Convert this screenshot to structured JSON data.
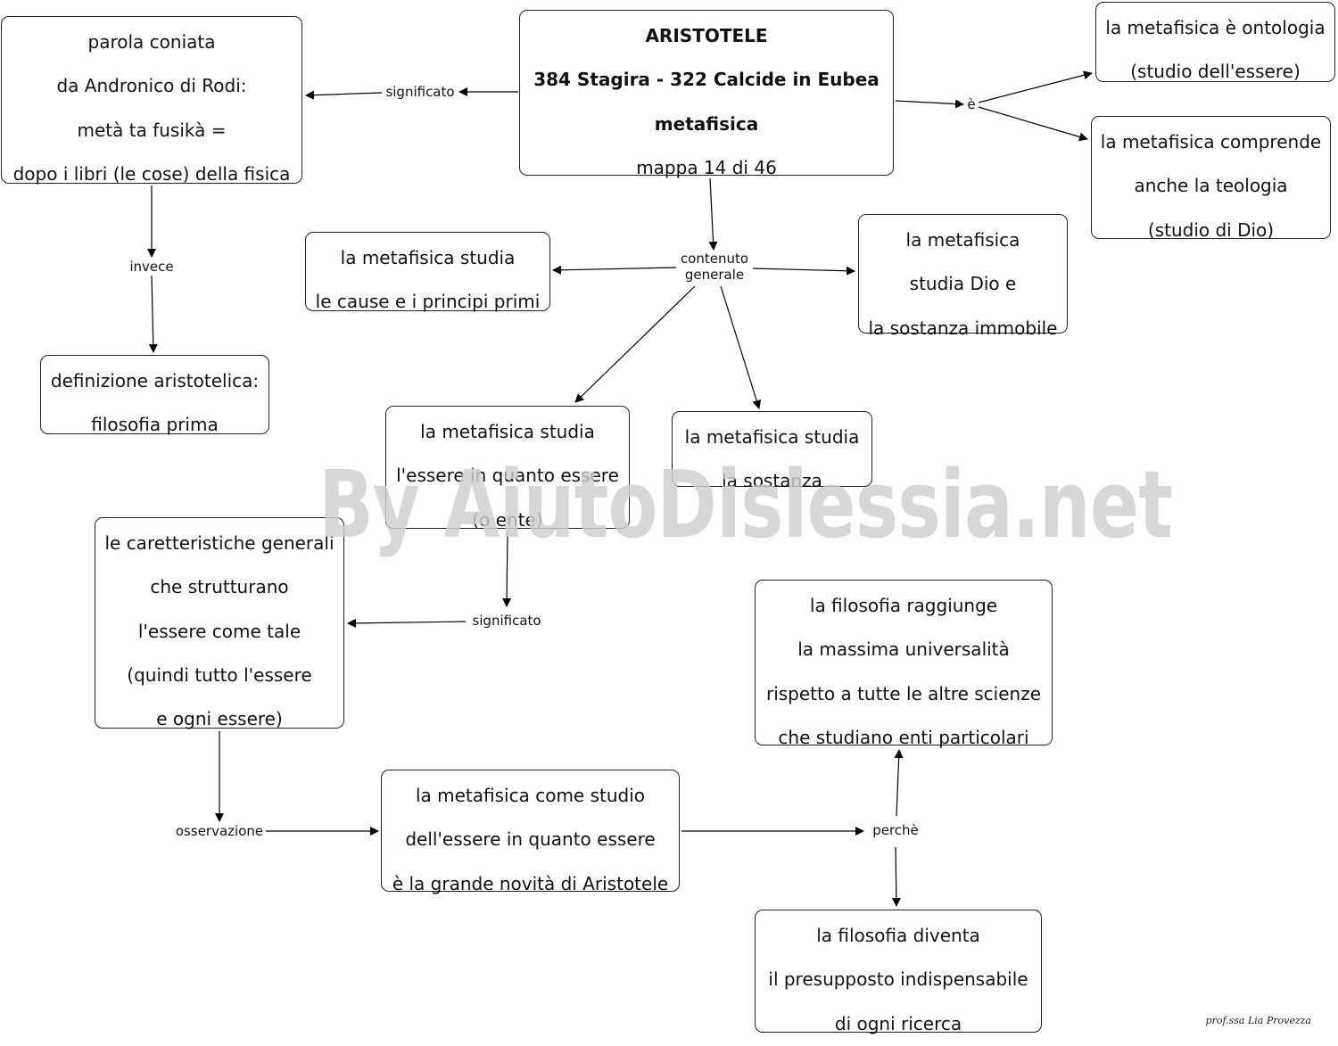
{
  "nodes": {
    "main": {
      "lines": [
        "ARISTOTELE",
        "384 Stagira - 322 Calcide in Eubea",
        "metafisica",
        "mappa 14 di 46"
      ]
    },
    "origine": {
      "lines": [
        "parola coniata",
        "da Andronico di Rodi:",
        "metà ta fusikà =",
        "dopo i libri (le cose) della fisica"
      ]
    },
    "definizione": {
      "lines": [
        "definizione aristotelica:",
        "filosofia prima"
      ]
    },
    "ontologia": {
      "lines": [
        "la metafisica è ontologia",
        "(studio dell'essere)"
      ]
    },
    "teologia": {
      "lines": [
        "la metafisica comprende",
        "anche la teologia",
        "(studio di Dio)"
      ]
    },
    "cause": {
      "lines": [
        "la metafisica studia",
        "le cause e i principi primi"
      ]
    },
    "dio": {
      "lines": [
        "la metafisica",
        "studia Dio e",
        "la sostanza immobile"
      ]
    },
    "essere": {
      "lines": [
        "la metafisica studia",
        "l'essere in quanto essere",
        "(o ente)"
      ]
    },
    "sostanza": {
      "lines": [
        "la metafisica studia",
        "la sostanza"
      ]
    },
    "caratteristiche": {
      "lines": [
        "le caretteristiche generali",
        "che strutturano",
        "l'essere come tale",
        "(quindi tutto l'essere",
        "e ogni essere)"
      ]
    },
    "universalita": {
      "lines": [
        "la filosofia raggiunge",
        "la massima universalità",
        "rispetto a tutte le altre scienze",
        "che studiano enti particolari"
      ]
    },
    "novita": {
      "lines": [
        "la metafisica come studio",
        "dell'essere in quanto essere",
        "è la grande novità di Aristotele"
      ]
    },
    "presupposto": {
      "lines": [
        "la filosofia diventa",
        "il presupposto indispensabile",
        "di ogni ricerca"
      ]
    }
  },
  "links": {
    "significato_1": "significato",
    "invece": "invece",
    "e": "è",
    "contenuto": [
      "contenuto",
      "generale"
    ],
    "significato_2": "significato",
    "osservazione": "osservazione",
    "perche": "perchè"
  },
  "watermark": "By AiutoDislessia.net",
  "signature": "prof.ssa Lia Provezza"
}
